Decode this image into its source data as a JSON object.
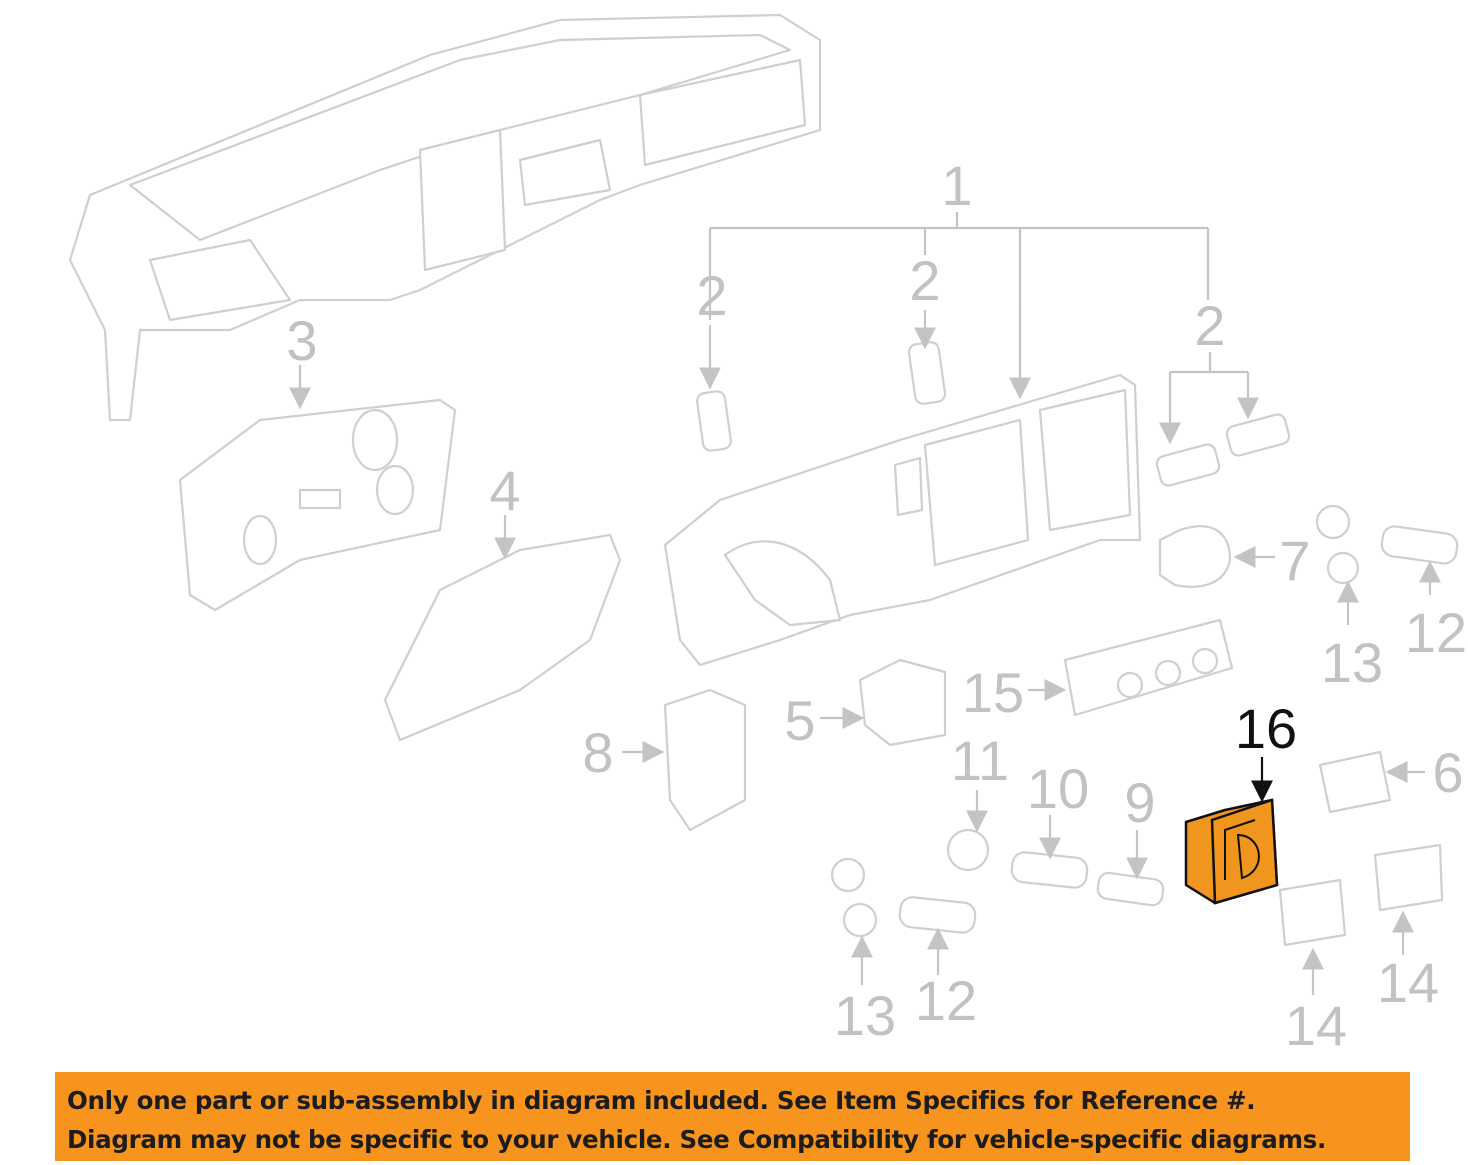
{
  "diagram": {
    "callouts": {
      "c1": "1",
      "c2a": "2",
      "c2b": "2",
      "c2c": "2",
      "c3": "3",
      "c4": "4",
      "c5": "5",
      "c6": "6",
      "c7": "7",
      "c8": "8",
      "c9": "9",
      "c10": "10",
      "c11": "11",
      "c12a": "12",
      "c12b": "12",
      "c13a": "13",
      "c13b": "13",
      "c14a": "14",
      "c14b": "14",
      "c15": "15",
      "c16": "16"
    },
    "highlighted_part": "16",
    "colors": {
      "highlight": "#f0961e",
      "banner": "#f7941d",
      "inactive": "#c2c2c2"
    }
  },
  "banner": {
    "line1": "Only one part or sub-assembly in diagram included. See Item Specifics for Reference #.",
    "line2": "Diagram may not be specific to your vehicle. See Compatibility for vehicle-specific diagrams."
  }
}
